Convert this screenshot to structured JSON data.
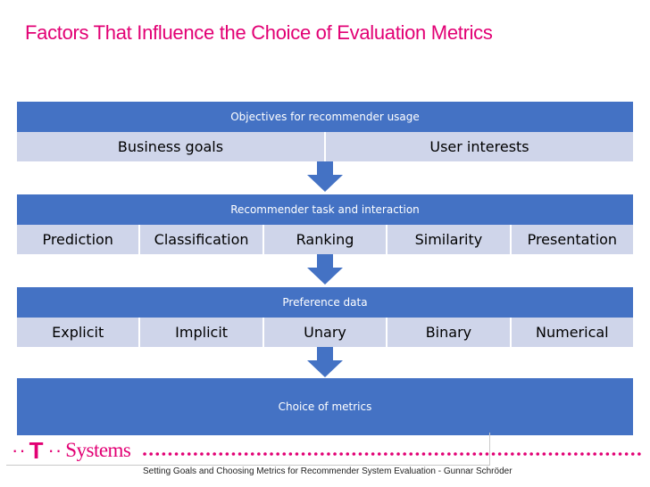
{
  "title": "Factors That Influence the Choice of Evaluation Metrics",
  "colors": {
    "title": "#e20074",
    "header_fill": "#4472c4",
    "cell_fill": "#cfd5ea",
    "brand": "#e20074"
  },
  "bands": [
    {
      "header": "Objectives for recommender usage",
      "items": [
        "Business goals",
        "User interests"
      ]
    },
    {
      "header": "Recommender task and interaction",
      "items": [
        "Prediction",
        "Classification",
        "Ranking",
        "Similarity",
        "Presentation"
      ]
    },
    {
      "header": "Preference data",
      "items": [
        "Explicit",
        "Implicit",
        "Unary",
        "Binary",
        "Numerical"
      ]
    }
  ],
  "result": "Choice of metrics",
  "logo": {
    "letter": "T",
    "word": "Systems"
  },
  "footer": "Setting Goals and Choosing Metrics for Recommender System Evaluation - Gunnar Schröder",
  "icons": [
    "down-arrow-icon",
    "t-systems-logo-icon"
  ]
}
